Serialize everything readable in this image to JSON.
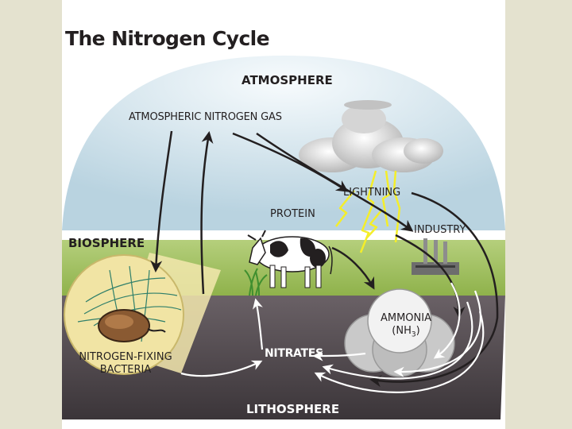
{
  "title": "The Nitrogen Cycle",
  "labels": {
    "atmosphere": "ATMOSPHERE",
    "atmospheric_gas": "ATMOSPHERIC NITROGEN GAS",
    "lightning": "LIGHTNING",
    "industry": "INDUSTRY",
    "protein": "PROTEIN",
    "biosphere": "BIOSPHERE",
    "ammonia_line1": "AMMONIA",
    "ammonia_line2_prefix": "(NH",
    "ammonia_subscript": "3",
    "ammonia_line2_suffix": ")",
    "nitrates": "NITRATES",
    "bacteria_line1": "NITROGEN-FIXING",
    "bacteria_line2": "BACTERIA",
    "lithosphere": "LITHOSPHERE"
  },
  "colors": {
    "sky": "#cfe0ea",
    "grass": "#9dbf55",
    "soil": "#4a4448",
    "soil_front": "#575055",
    "bacteria_circle": "#f1e4a4",
    "bacterium": "#8a5a32",
    "ammonia_cloud": "#c9c9c9",
    "arrow": "#231f20",
    "lightning_bolt": "#f4ee2a"
  }
}
